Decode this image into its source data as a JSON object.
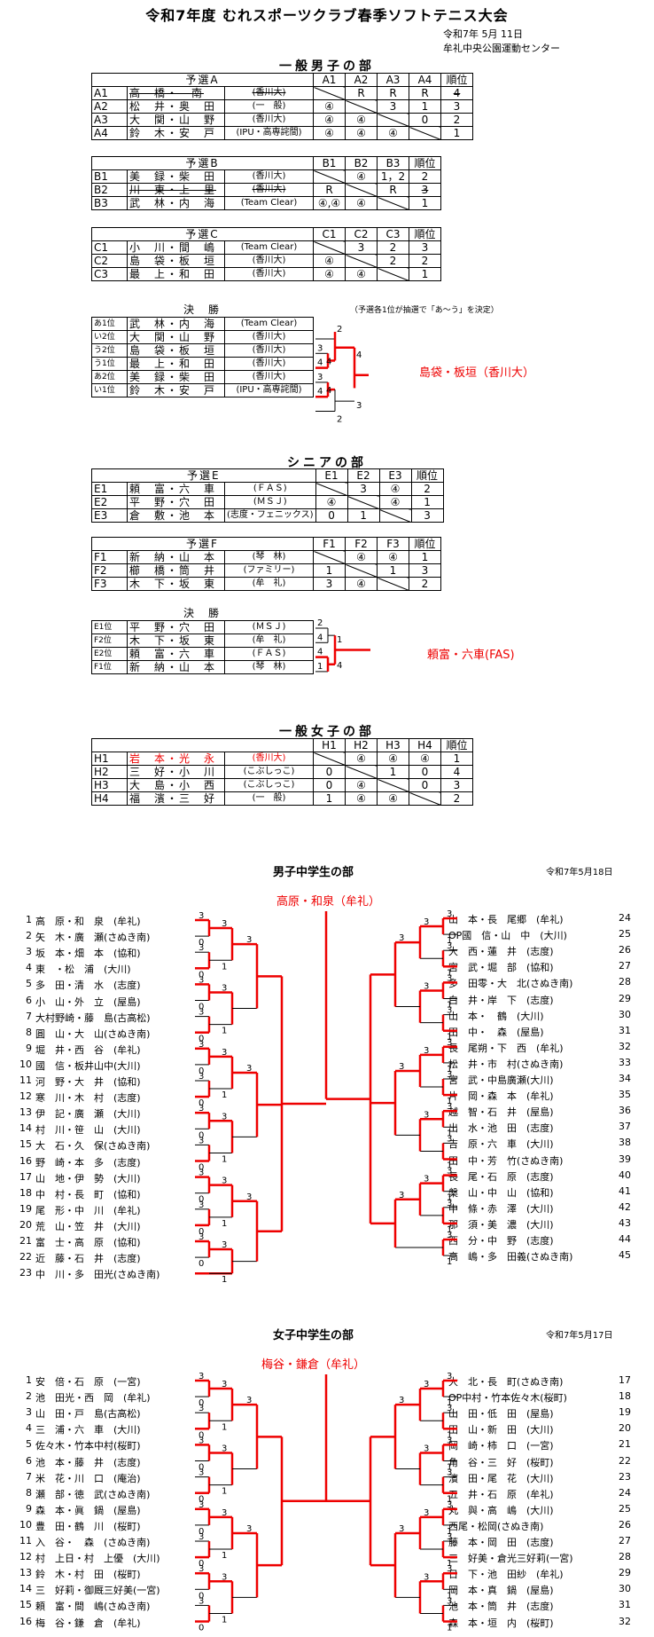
{
  "header": {
    "title": "令和7年度 むれスポーツクラブ春季ソフトテニス大会",
    "date": "令和7年 5月 11日",
    "venue": "牟礼中央公園運動センター"
  },
  "men": {
    "title": "一般男子の部",
    "groupA": {
      "label": "予選A",
      "cols": [
        "A1",
        "A2",
        "A3",
        "A4",
        "順位"
      ],
      "rows": [
        {
          "id": "A1",
          "pair": "高　橋・　南",
          "team": "(香川大)",
          "cells": [
            "",
            "R",
            "R",
            "R",
            "4"
          ],
          "strike": true
        },
        {
          "id": "A2",
          "pair": "松　井・奥　田",
          "team": "(一　般)",
          "cells": [
            "④",
            "",
            "3",
            "1",
            "3"
          ]
        },
        {
          "id": "A3",
          "pair": "大　関・山　野",
          "team": "(香川大)",
          "cells": [
            "④",
            "④",
            "",
            "0",
            "2"
          ]
        },
        {
          "id": "A4",
          "pair": "鈴　木・安　戸",
          "team": "(IPU・高専詫間)",
          "cells": [
            "④",
            "④",
            "④",
            "",
            "1"
          ]
        }
      ]
    },
    "groupB": {
      "label": "予選B",
      "cols": [
        "B1",
        "B2",
        "B3",
        "順位"
      ],
      "rows": [
        {
          "id": "B1",
          "pair": "美　録・柴　田",
          "team": "(香川大)",
          "cells": [
            "",
            "④",
            "1，2",
            "2"
          ]
        },
        {
          "id": "B2",
          "pair": "川　東・上　里",
          "team": "(香川大)",
          "cells": [
            "R",
            "",
            "R",
            "3"
          ],
          "strike": true
        },
        {
          "id": "B3",
          "pair": "武　林・内　海",
          "team": "(Team Clear)",
          "cells": [
            "④,④",
            "④",
            "",
            "1"
          ]
        }
      ]
    },
    "groupC": {
      "label": "予選C",
      "cols": [
        "C1",
        "C2",
        "C3",
        "順位"
      ],
      "rows": [
        {
          "id": "C1",
          "pair": "小　川・間　嶋",
          "team": "(Team Clear)",
          "cells": [
            "",
            "3",
            "2",
            "3"
          ]
        },
        {
          "id": "C2",
          "pair": "島　袋・板　垣",
          "team": "(香川大)",
          "cells": [
            "④",
            "",
            "2",
            "2"
          ]
        },
        {
          "id": "C3",
          "pair": "最　上・和　田",
          "team": "(香川大)",
          "cells": [
            "④",
            "④",
            "",
            "1"
          ]
        }
      ]
    },
    "final": {
      "label": "決　勝",
      "note": "（予選各1位が抽選で「あ～う」を決定）",
      "winner": "島袋・板垣（香川大）",
      "rows": [
        {
          "seed": "あ1位",
          "pair": "武　林・内　海",
          "team": "(Team Clear)"
        },
        {
          "seed": "い2位",
          "pair": "大　関・山　野",
          "team": "(香川大)"
        },
        {
          "seed": "う2位",
          "pair": "島　袋・板　垣",
          "team": "(香川大)"
        },
        {
          "seed": "う1位",
          "pair": "最　上・和　田",
          "team": "(香川大)"
        },
        {
          "seed": "あ2位",
          "pair": "美　録・柴　田",
          "team": "(香川大)"
        },
        {
          "seed": "い1位",
          "pair": "鈴　木・安　戸",
          "team": "(IPU・高専詫間)"
        }
      ]
    }
  },
  "senior": {
    "title": "シニアの部",
    "groupE": {
      "label": "予選E",
      "cols": [
        "E1",
        "E2",
        "E3",
        "順位"
      ],
      "rows": [
        {
          "id": "E1",
          "pair": "頼　富・六　車",
          "team": "(ＦＡＳ)",
          "cells": [
            "",
            "3",
            "④",
            "2"
          ]
        },
        {
          "id": "E2",
          "pair": "平　野・穴　田",
          "team": "(ＭＳＪ)",
          "cells": [
            "④",
            "",
            "④",
            "1"
          ]
        },
        {
          "id": "E3",
          "pair": "倉　敷・池　本",
          "team": "(志度・フェニックス)",
          "cells": [
            "0",
            "1",
            "",
            "3"
          ]
        }
      ]
    },
    "groupF": {
      "label": "予選F",
      "cols": [
        "F1",
        "F2",
        "F3",
        "順位"
      ],
      "rows": [
        {
          "id": "F1",
          "pair": "新　納・山　本",
          "team": "(琴　林)",
          "cells": [
            "",
            "④",
            "④",
            "1"
          ]
        },
        {
          "id": "F2",
          "pair": "櫛　橋・筒　井",
          "team": "(ファミリー)",
          "cells": [
            "1",
            "",
            "1",
            "3"
          ]
        },
        {
          "id": "F3",
          "pair": "木　下・坂　東",
          "team": "(牟　礼)",
          "cells": [
            "3",
            "④",
            "",
            "2"
          ]
        }
      ]
    },
    "final": {
      "label": "決　勝",
      "winner": "頼富・六車(FAS)",
      "rows": [
        {
          "seed": "E1位",
          "pair": "平　野・穴　田",
          "team": "(ＭＳＪ)"
        },
        {
          "seed": "F2位",
          "pair": "木　下・坂　東",
          "team": "(牟　礼)"
        },
        {
          "seed": "E2位",
          "pair": "頼　富・六　車",
          "team": "(ＦＡＳ)"
        },
        {
          "seed": "F1位",
          "pair": "新　納・山　本",
          "team": "(琴　林)"
        }
      ]
    }
  },
  "women": {
    "title": "一般女子の部",
    "label": "",
    "cols": [
      "H1",
      "H2",
      "H3",
      "H4",
      "順位"
    ],
    "rows": [
      {
        "id": "H1",
        "pair": "岩　本・光　永",
        "team": "(香川大)",
        "cells": [
          "",
          "④",
          "④",
          "④",
          "1"
        ],
        "red": true
      },
      {
        "id": "H2",
        "pair": "三　好・小　川",
        "team": "(こぶしっこ)",
        "cells": [
          "0",
          "",
          "1",
          "0",
          "4"
        ]
      },
      {
        "id": "H3",
        "pair": "大　島・小　西",
        "team": "(こぶしっこ)",
        "cells": [
          "0",
          "④",
          "",
          "0",
          "3"
        ]
      },
      {
        "id": "H4",
        "pair": "福　濱・三　好",
        "team": "(一　般)",
        "cells": [
          "1",
          "④",
          "④",
          "",
          "2"
        ]
      }
    ]
  },
  "boys": {
    "title": "男子中学生の部",
    "date": "令和7年5月18日",
    "winner": "高原・和泉（牟礼）",
    "left": [
      "高　原・和　泉　(牟礼)",
      "矢　木・廣　瀬(さぬき南)",
      "坂　本・畑　本　(協和)",
      "東　・松　浦　(大川)",
      "多　田・清　水　(志度)",
      "小　山・外　立　(屋島)",
      "大村野崎・藤　島(古高松)",
      "圓　山・大　山(さぬき南)",
      "堀　井・西　谷　(牟礼)",
      "國　信・板井山中(大川)",
      "河　野・大　井　(協和)",
      "寒　川・木　村　(志度)",
      "伊　記・廣　瀬　(大川)",
      "村　川・笹　山　(大川)",
      "大　石・久　保(さぬき南)",
      "野　崎・本　多　(志度)",
      "山　地・伊　勢　(大川)",
      "中　村・長　町　(協和)",
      "尾　形・中　川　(牟礼)",
      "荒　山・笠　井　(大川)",
      "富　士・高　原　(協和)",
      "近　藤・石　井　(志度)",
      "中　川・多　田光(さぬき南)"
    ],
    "right": [
      "山　本・長　尾郷　(牟礼)",
      "OP國　信・山　中　(大川)",
      "大　西・蓮　井　(志度)",
      "宮　武・堀　部　(協和)",
      "多　田零・大　北(さぬき南)",
      "白　井・岸　下　(志度)",
      "山　本・　鶴　(大川)",
      "田　中・　森　(屋島)",
      "長　尾朔・下　西　(牟礼)",
      "松　井・市　村(さぬき南)",
      "宮　武・中島廣瀬(大川)",
      "片　岡・森　本　(牟礼)",
      "越　智・石　井　(屋島)",
      "出　水・池　田　(志度)",
      "吉　原・六　車　(大川)",
      "田　中・芳　竹(さぬき南)",
      "長　尾・石　原　(志度)",
      "槃　山・中　山　(協和)",
      "中　條・赤　澤　(大川)",
      "那　須・美　濃　(大川)",
      "西　分・中　野　(志度)",
      "高　嶋・多　田義(さぬき南)"
    ],
    "rightNums": [
      "24",
      "25",
      "26",
      "27",
      "28",
      "29",
      "30",
      "31",
      "32",
      "33",
      "34",
      "35",
      "36",
      "37",
      "38",
      "39",
      "40",
      "41",
      "42",
      "43",
      "44",
      "45"
    ]
  },
  "girls": {
    "title": "女子中学生の部",
    "date": "令和7年5月17日",
    "winner": "梅谷・鎌倉（牟礼）",
    "left": [
      "安　倍・石　原　(一宮)",
      "池　田光・西　岡　(牟礼)",
      "山　田・戸　島(古高松)",
      "三　浦・六　車　(大川)",
      "佐々木・竹本中村(桜町)",
      "池　本・藤　井　(志度)",
      "米　花・川　口　(庵治)",
      "瀬　部・徳　武(さぬき南)",
      "森　本・眞　鍋　(屋島)",
      "豊　田・鶴　川　(桜町)",
      "入　谷・　森　(さぬき南)",
      "村　上日・村　上優　(大川)",
      "鈴　木・村　田　(桜町)",
      "三　好莉・御厩三好美(一宮)",
      "頼　富・間　嶋(さぬき南)",
      "梅　谷・鎌　倉　(牟礼)"
    ],
    "right": [
      "大　北・長　町(さぬき南)",
      "OP中村・竹本佐々木(桜町)",
      "山　田・低　田　(屋島)",
      "田　山・新　田　(大川)",
      "岡　崎・柿　口　(一宮)",
      "角　谷・三　好　(桜町)",
      "濱　田・尾　花　(大川)",
      "五　井・石　原　(牟礼)",
      "丸　與・高　嶋　(大川)",
      "西尾・松岡(さぬき南)",
      "藤　本・岡　田　(志度)",
      "三　好美・倉光三好莉(一宮)",
      "日　下・池　田紗　(牟礼)",
      "岡　本・真　鍋　(屋島)",
      "池　本・筒　井　(志度)",
      "森　本・垣　内　(桜町)"
    ],
    "rightNums": [
      "17",
      "18",
      "19",
      "20",
      "21",
      "22",
      "23",
      "24",
      "25",
      "26",
      "27",
      "28",
      "29",
      "30",
      "31",
      "32"
    ]
  }
}
